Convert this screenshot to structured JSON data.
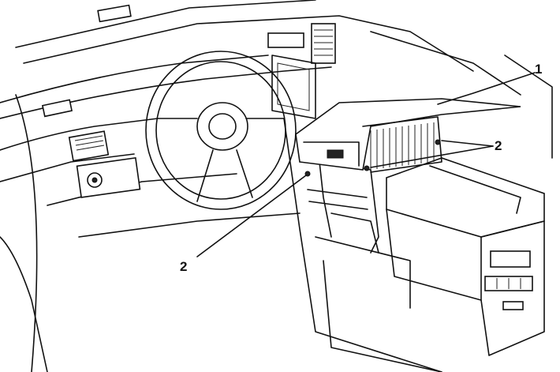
{
  "diagram": {
    "callouts": [
      {
        "id": "callout-1",
        "text": "1"
      },
      {
        "id": "callout-2-right",
        "text": "2"
      },
      {
        "id": "callout-2-left",
        "text": "2"
      }
    ]
  }
}
